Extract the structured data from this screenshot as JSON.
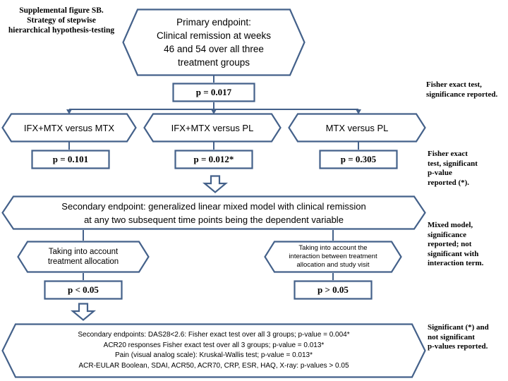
{
  "figure": {
    "title_lines": [
      "Supplemental figure SB.",
      "Strategy of stepwise",
      "hierarchical hypothesis-testing"
    ],
    "title_full": "Supplemental figure SB. Strategy of stepwise hierarchical hypothesis-testing"
  },
  "accent_color": "#44618a",
  "background_color": "#ffffff",
  "text_color": "#000000",
  "primary_endpoint": {
    "shape": "hexagon",
    "lines": [
      "Primary endpoint:",
      "Clinical remission  at weeks",
      "46 and 54 over all three",
      "treatment groups"
    ]
  },
  "primary_p": {
    "shape": "rectangle",
    "label": "p = 0.017"
  },
  "note_primary": {
    "lines": [
      "Fisher exact test,",
      "significance  reported."
    ],
    "text": "Fisher exact test, significance reported."
  },
  "comparisons": [
    {
      "shape": "hexagon",
      "label": "IFX+MTX versus MTX",
      "p_label": "p = 0.101",
      "significant": false
    },
    {
      "shape": "hexagon",
      "label": "IFX+MTX versus PL",
      "p_label": "p = 0.012*",
      "significant": true
    },
    {
      "shape": "hexagon",
      "label": "MTX versus PL",
      "p_label": "p = 0.305",
      "significant": false
    }
  ],
  "note_comparisons": {
    "lines": [
      "Fisher exact",
      "test, significant",
      "p-value",
      "reported (*)."
    ],
    "text": "Fisher exact test, significant p-value reported (*)."
  },
  "secondary_endpoint": {
    "shape": "hexagon",
    "lines": [
      "Secondary endpoint: generalized linear mixed model with clinical remission",
      "at any two subsequent time points being the dependent variable"
    ]
  },
  "models": [
    {
      "shape": "hexagon",
      "lines": [
        "Taking into account",
        "treatment allocation"
      ],
      "p_label": "p < 0.05"
    },
    {
      "shape": "hexagon",
      "lines": [
        "Taking into account the",
        "interaction  between treatment",
        "allocation and study visit"
      ],
      "p_label": "p > 0.05"
    }
  ],
  "note_models": {
    "lines": [
      "Mixed model,",
      "significance",
      "reported; not",
      "significant with",
      "interaction term."
    ],
    "text": "Mixed model, significance reported; not significant with interaction term."
  },
  "secondary_results": {
    "shape": "hexagon",
    "lines": [
      "Secondary endpoints: DAS28<2.6: Fisher exact test over all 3 groups; p-value = 0.004*",
      "ACR20 responses Fisher exact test over all 3 groups; p-value = 0.013*",
      "Pain (visual analog scale): Kruskal-Wallis test; p-value = 0.013*",
      "ACR-EULAR Boolean, SDAI, ACR50, ACR70, CRP, ESR, HAQ, X-ray: p-values > 0.05"
    ]
  },
  "note_results": {
    "lines": [
      "Significant (*) and",
      "not significant",
      "p-values reported."
    ],
    "text": "Significant (*) and not significant p-values reported."
  },
  "arrows": {
    "block_arrow_icon": "down-block-arrow-icon",
    "count": 3
  }
}
